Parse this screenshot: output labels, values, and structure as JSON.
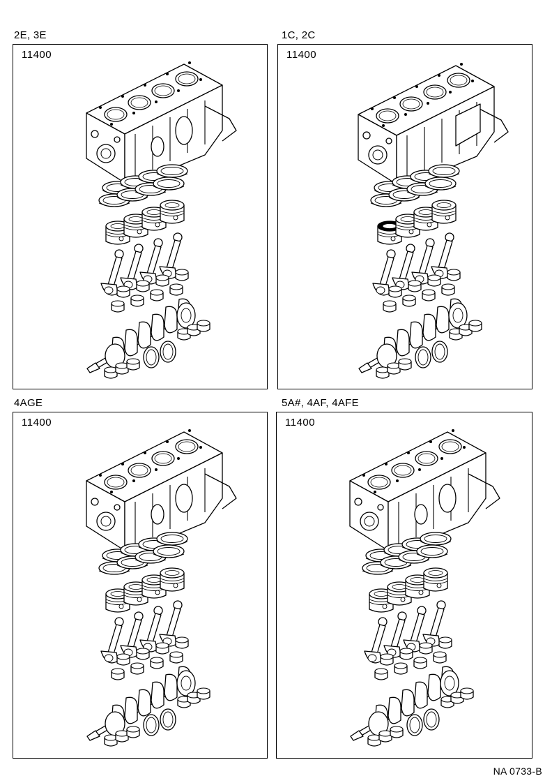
{
  "panels": [
    {
      "engines": "2E, 3E",
      "part_code": "11400"
    },
    {
      "engines": "1C, 2C",
      "part_code": "11400"
    },
    {
      "engines": "4AGE",
      "part_code": "11400"
    },
    {
      "engines": "5A#, 4AF, 4AFE",
      "part_code": "11400"
    }
  ],
  "footer": {
    "figure_code": "NA 0733-B"
  }
}
